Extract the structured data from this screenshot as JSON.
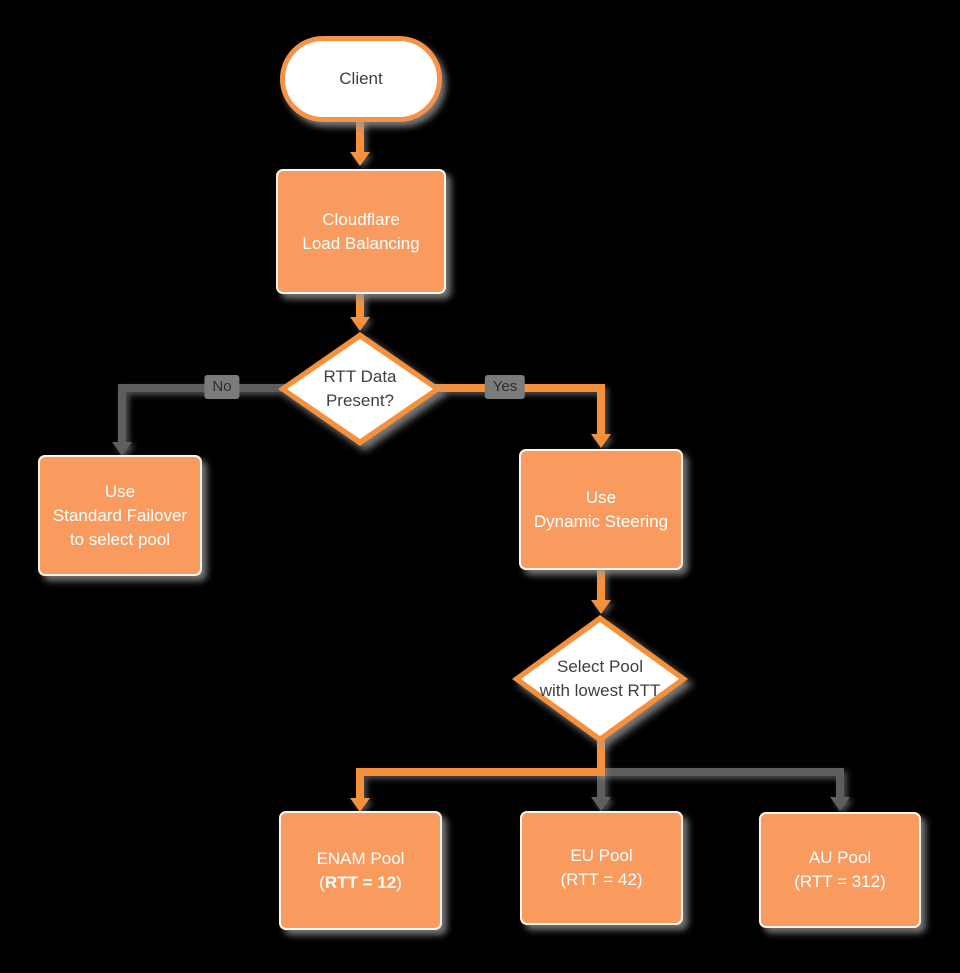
{
  "colors": {
    "background": "#000000",
    "node_fill": "#F99A5E",
    "node_border_orange": "#F6924A",
    "connector_orange": "#F5913D",
    "connector_gray": "#5E5E5E",
    "edge_label_bg": "#7B7B7B",
    "text_on_orange": "#FFFFFF",
    "text_dark": "#3F3F3F"
  },
  "nodes": {
    "client": {
      "label": "Client"
    },
    "load_balancer": {
      "lines": [
        "Cloudflare",
        "Load Balancing"
      ]
    },
    "rtt_decision": {
      "lines": [
        "RTT Data",
        "Present?"
      ]
    },
    "standard_failover": {
      "lines": [
        "Use",
        "Standard Failover",
        "to select pool"
      ]
    },
    "dynamic_steering": {
      "lines": [
        "Use",
        "Dynamic Steering"
      ]
    },
    "pool_decision": {
      "lines": [
        "Select Pool",
        "with lowest RTT"
      ]
    },
    "enam_pool": {
      "name": "ENAM Pool",
      "rtt_open": "(",
      "rtt_value": "RTT = 12",
      "rtt_close": ")"
    },
    "eu_pool": {
      "name": "EU Pool",
      "rtt": "(RTT = 42)"
    },
    "au_pool": {
      "name": "AU Pool",
      "rtt": "(RTT = 312)"
    }
  },
  "edges": {
    "no_label": "No",
    "yes_label": "Yes"
  }
}
